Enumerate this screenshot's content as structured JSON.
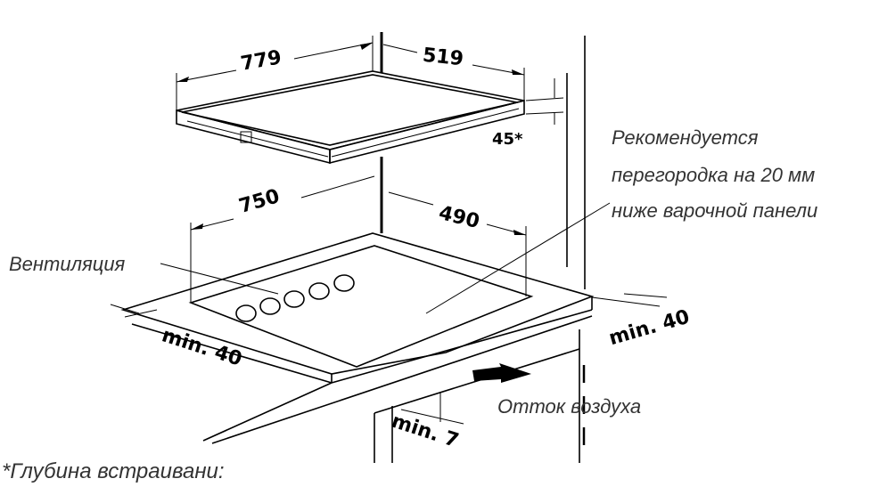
{
  "dimensions": {
    "hob_width": "779",
    "hob_depth": "519",
    "hob_height": "45*",
    "cutout_width": "750",
    "cutout_depth": "490",
    "min_left": "min. 40",
    "min_right": "min. 40",
    "min_bottom": "min. 7"
  },
  "labels": {
    "ventilation": "Вентиляция",
    "recommendation": [
      "Рекомендуется",
      "перегородка на 20 мм",
      "ниже варочной панели"
    ],
    "air_outflow": "Отток воздуха",
    "footnote": "*Глубина встраивани:"
  }
}
